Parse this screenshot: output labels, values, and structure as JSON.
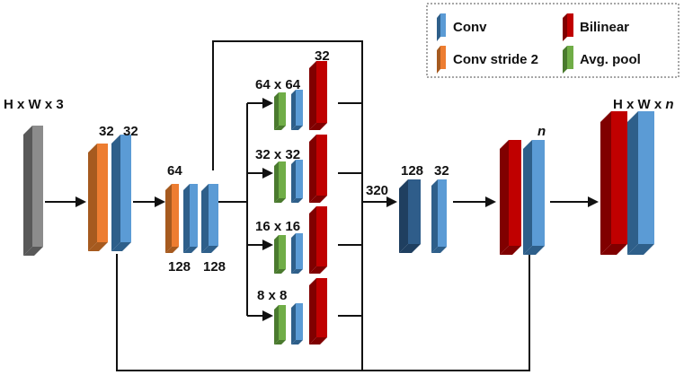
{
  "legend": {
    "conv": "Conv",
    "bilinear": "Bilinear",
    "conv_stride2": "Conv stride 2",
    "avg_pool": "Avg. pool"
  },
  "labels": {
    "input": "H x W x 3",
    "c1a": "32",
    "c1b": "32",
    "c2": "64",
    "c3a": "128",
    "c3b": "128",
    "p1": "64 x 64",
    "p1top": "32",
    "p2": "32 x 32",
    "p3": "16 x 16",
    "p4": "8 x 8",
    "concat": "320",
    "c4a": "128",
    "c4b": "32",
    "n": "n",
    "out_prefix": "H x W x ",
    "out_n": "n"
  },
  "colors": {
    "conv": "#5b9bd5",
    "conv_side": "#2e5f8a",
    "stride2": "#ed7d31",
    "stride2_side": "#a65a1f",
    "bilinear": "#c00000",
    "bilinear_side": "#800000",
    "avgpool": "#70ad47",
    "avgpool_side": "#4a7a2e",
    "input": "#8c8c8c",
    "input_side": "#595959",
    "dark_conv": "#2f5d8a",
    "dark_conv_side": "#1f3f60"
  }
}
